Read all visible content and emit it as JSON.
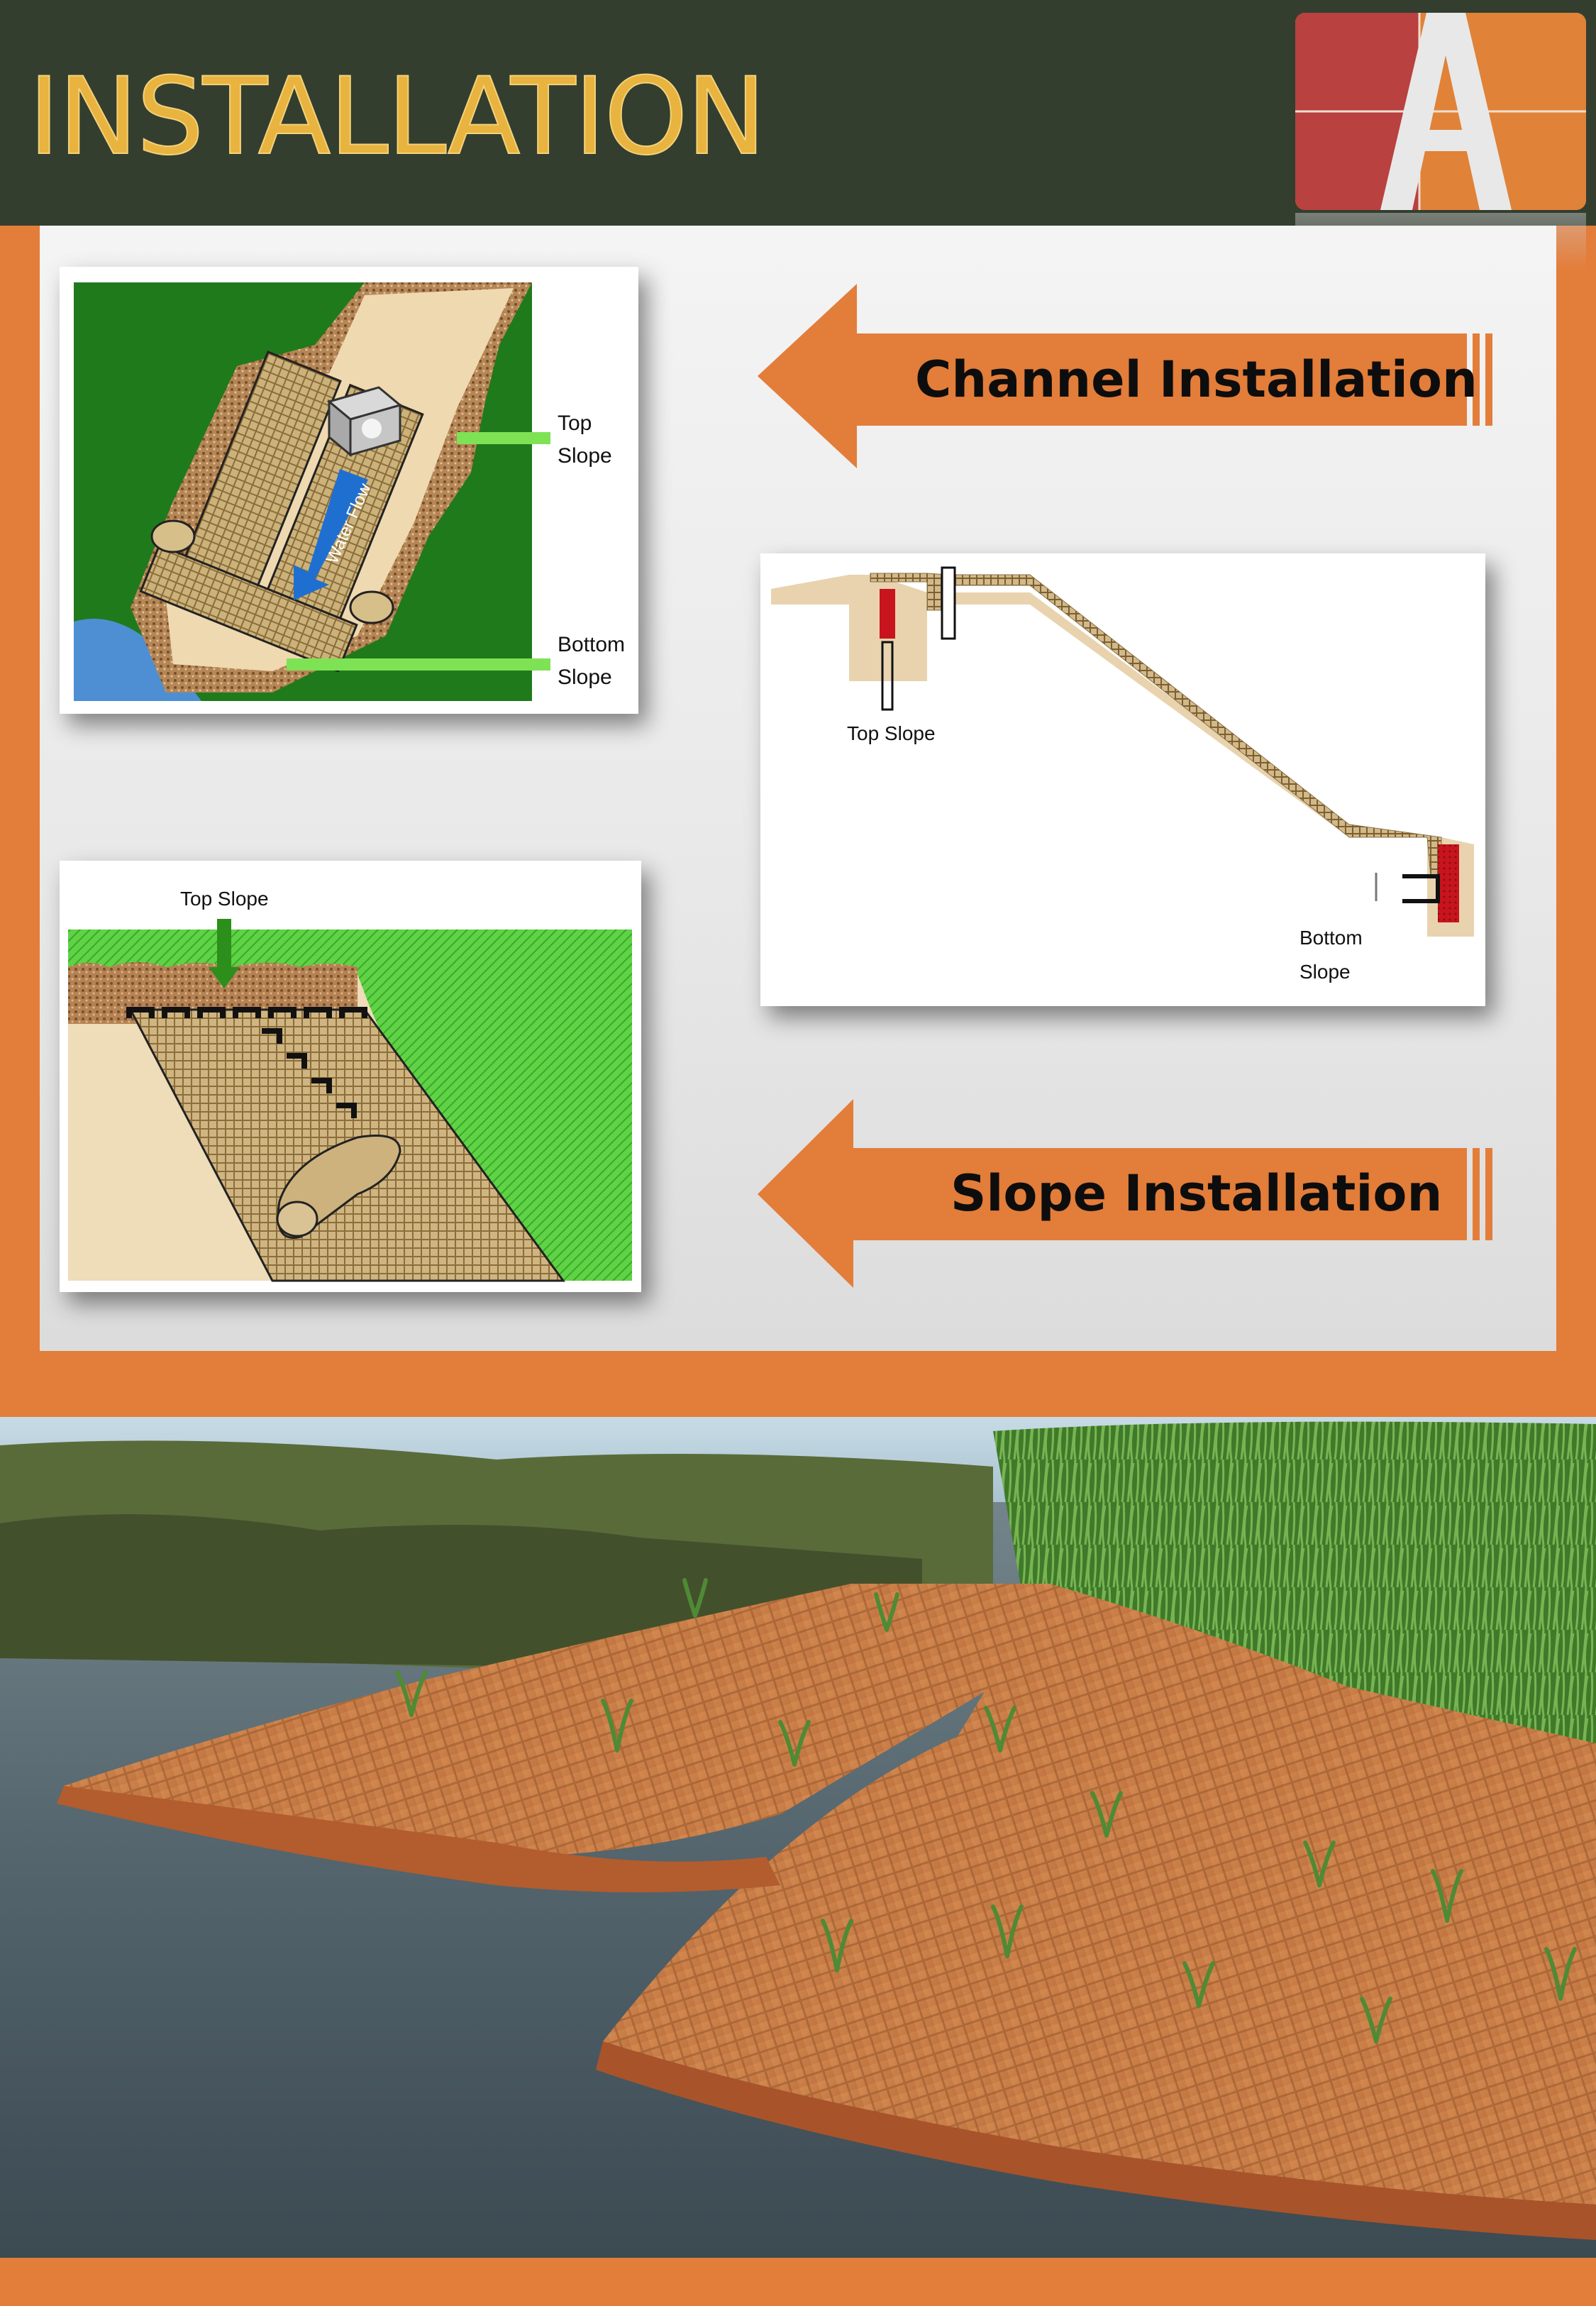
{
  "header": {
    "title": "INSTALLATION",
    "logo_letter": "A",
    "colors": {
      "background": "#333e2f",
      "title": "#e8b33f",
      "accent": "#e37d3a",
      "logo_red": "#b94140"
    }
  },
  "diagrams": {
    "channel_plan": {
      "top_label": "Top\nSlope",
      "bottom_label": "Bottom\nSlope",
      "flow_label": "Water Flow"
    },
    "channel_section": {
      "top_label": "Top Slope",
      "bottom_label": "Bottom\nSlope"
    },
    "slope_view": {
      "top_label": "Top Slope"
    }
  },
  "arrows": {
    "channel": "Channel Installation",
    "slope": "Slope Installation"
  },
  "photo": {
    "icon": "erosion-control-blanket-photo"
  }
}
